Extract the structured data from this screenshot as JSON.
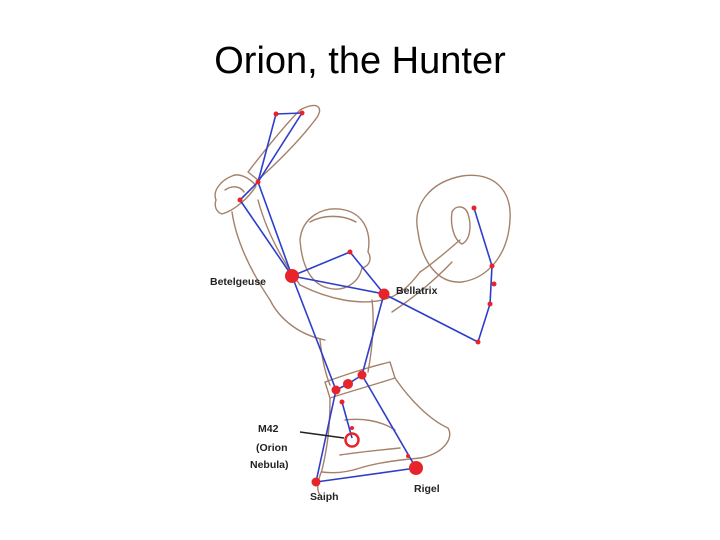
{
  "slide": {
    "title": "Orion, the Hunter"
  },
  "figure": {
    "labels": {
      "betelgeuse": "Betelgeuse",
      "bellatrix": "Bellatrix",
      "m42_line1": "M42",
      "m42_line2": "(Orion",
      "m42_line3": "Nebula)",
      "saiph": "Saiph",
      "rigel": "Rigel"
    },
    "colors": {
      "star": "#e8242b",
      "constellation_line": "#2d3fc9",
      "hunter_outline": "#a5816a"
    }
  }
}
